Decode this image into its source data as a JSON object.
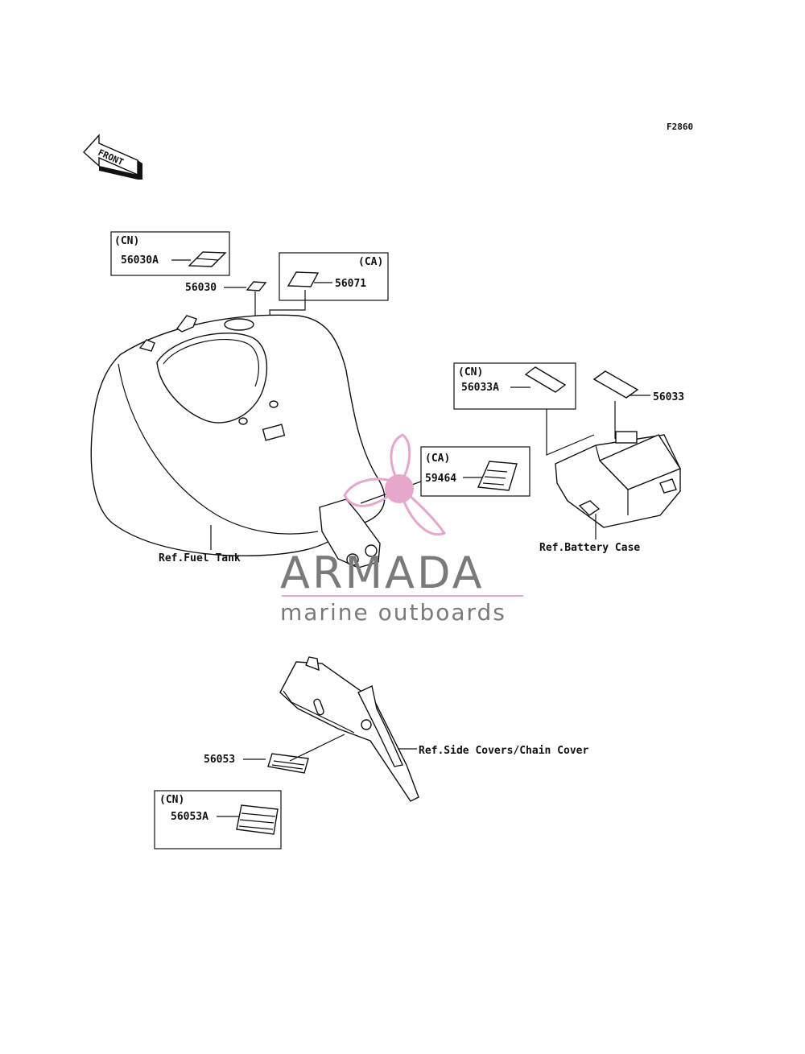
{
  "diagram": {
    "code": "F2860",
    "front_label": "FRONT",
    "callouts": {
      "p56030a": "56030A",
      "p56030": "56030",
      "p56071": "56071",
      "p56033a": "56033A",
      "p56033": "56033",
      "p59464": "59464",
      "p56053": "56053",
      "p56053a": "56053A"
    },
    "regions": {
      "cn1": "(CN)",
      "ca1": "(CA)",
      "cn2": "(CN)",
      "ca2": "(CA)",
      "cn3": "(CN)"
    },
    "references": {
      "fuel_tank": "Ref.Fuel Tank",
      "battery_case": "Ref.Battery Case",
      "side_covers": "Ref.Side Covers/Chain Cover"
    }
  },
  "watermark": {
    "name": "ARMADA",
    "tagline": "marine outboards",
    "colors": {
      "accent": "#e7a6cb",
      "text": "#7a7a7a"
    }
  }
}
